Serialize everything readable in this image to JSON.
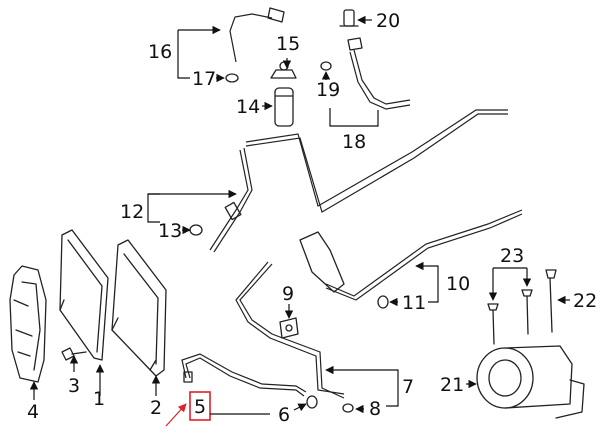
{
  "callouts": {
    "c1": "1",
    "c2": "2",
    "c3": "3",
    "c4": "4",
    "c5": "5",
    "c6": "6",
    "c7": "7",
    "c8": "8",
    "c9": "9",
    "c10": "10",
    "c11": "11",
    "c12": "12",
    "c13": "13",
    "c14": "14",
    "c15": "15",
    "c16": "16",
    "c17": "17",
    "c18": "18",
    "c19": "19",
    "c20": "20",
    "c21": "21",
    "c22": "22",
    "c23": "23"
  },
  "highlight": {
    "callout": "5",
    "color": "#e0202a"
  }
}
